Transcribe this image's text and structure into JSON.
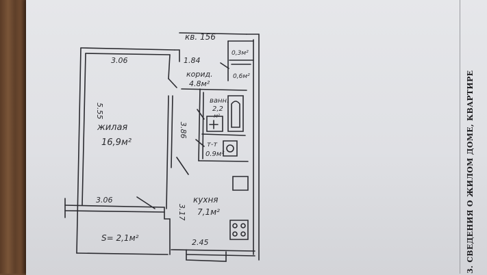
{
  "document": {
    "section_title": "3. СВЕДЕНИЯ О ЖИЛОМ ДОМЕ, КВАРТИРЕ",
    "apartment_label": "кв. 156"
  },
  "rooms": {
    "living": {
      "name": "жилая",
      "area": "16,9м²",
      "dim_top": "3.06",
      "dim_left": "5.55",
      "dim_bottom": "3.06"
    },
    "corridor": {
      "name": "корид.",
      "area": "4.8м²",
      "dim_top": "1.84"
    },
    "closet_top": {
      "area": "0,3м²"
    },
    "closet_bottom": {
      "area": "0,6м²"
    },
    "bathroom": {
      "name": "ванн.",
      "area": "2,2",
      "unit": "м²"
    },
    "toilet": {
      "name": "т-т",
      "area": "0.9м²"
    },
    "kitchen": {
      "name": "кухня",
      "area": "7,1м²",
      "dim_left": "3.17",
      "dim_bottom": "2.45"
    },
    "loggia": {
      "area": "S= 2,1м²"
    },
    "wall_dim": {
      "partition": "3.86"
    }
  }
}
